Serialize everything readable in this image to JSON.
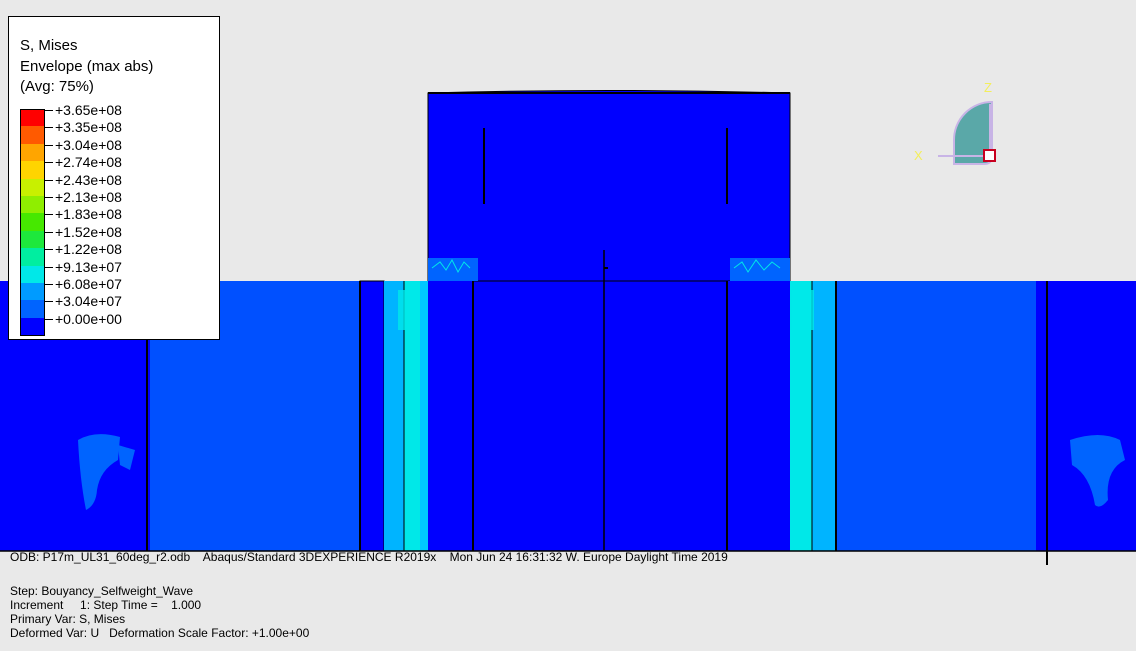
{
  "legend": {
    "title_lines": [
      "S, Mises",
      "Envelope (max abs)",
      "(Avg: 75%)"
    ],
    "values": [
      "+3.65e+08",
      "+3.35e+08",
      "+3.04e+08",
      "+2.74e+08",
      "+2.43e+08",
      "+2.13e+08",
      "+1.83e+08",
      "+1.52e+08",
      "+1.22e+08",
      "+9.13e+07",
      "+6.08e+07",
      "+3.04e+07",
      "+0.00e+00"
    ],
    "colors": [
      "#ff0000",
      "#ff5a00",
      "#ffa500",
      "#ffd400",
      "#c8f000",
      "#8fee00",
      "#46e800",
      "#1ee83c",
      "#00eea0",
      "#00e8e8",
      "#009bff",
      "#0064ff",
      "#0000ff"
    ]
  },
  "triad": {
    "x_label": "X",
    "z_label": "Z"
  },
  "odb_line": "ODB: P17m_UL31_60deg_r2.odb    Abaqus/Standard 3DEXPERIENCE R2019x    Mon Jun 24 16:31:32 W. Europe Daylight Time 2019",
  "info": {
    "step": "Step: Bouyancy_Selfweight_Wave",
    "increment": "Increment     1: Step Time =    1.000",
    "primary": "Primary Var: S, Mises",
    "deformed": "Deformed Var: U   Deformation Scale Factor: +1.00e+00"
  },
  "colors": {
    "background": "#e9e9e9",
    "stress_low": "#0000ff",
    "stress_mid": "#0064ff",
    "stress_high": "#00e8e8",
    "triad_fill": "#5aa8a8",
    "triad_outline": "#c8b4e6"
  }
}
